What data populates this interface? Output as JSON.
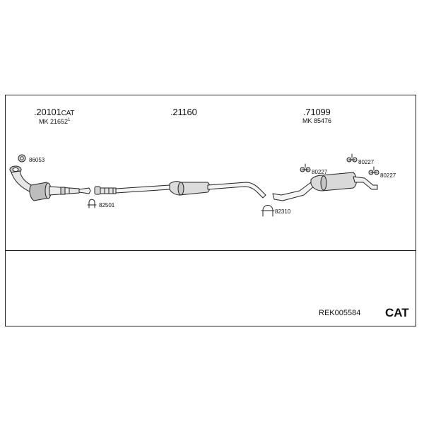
{
  "groups": [
    {
      "number": ".20101",
      "suffix": "CAT",
      "mk": "MK 21652",
      "mk_note": "1"
    },
    {
      "number": ".21160"
    },
    {
      "number": ".71099",
      "mk": "MK 85476"
    }
  ],
  "parts": {
    "gasket": "86053",
    "clamp_front": "82501",
    "clamp_rear": "82310",
    "hanger_left": "80227",
    "hanger_mid": "80227",
    "hanger_right": "80227"
  },
  "footer": {
    "reference": "REK005584",
    "badge": "CAT"
  }
}
